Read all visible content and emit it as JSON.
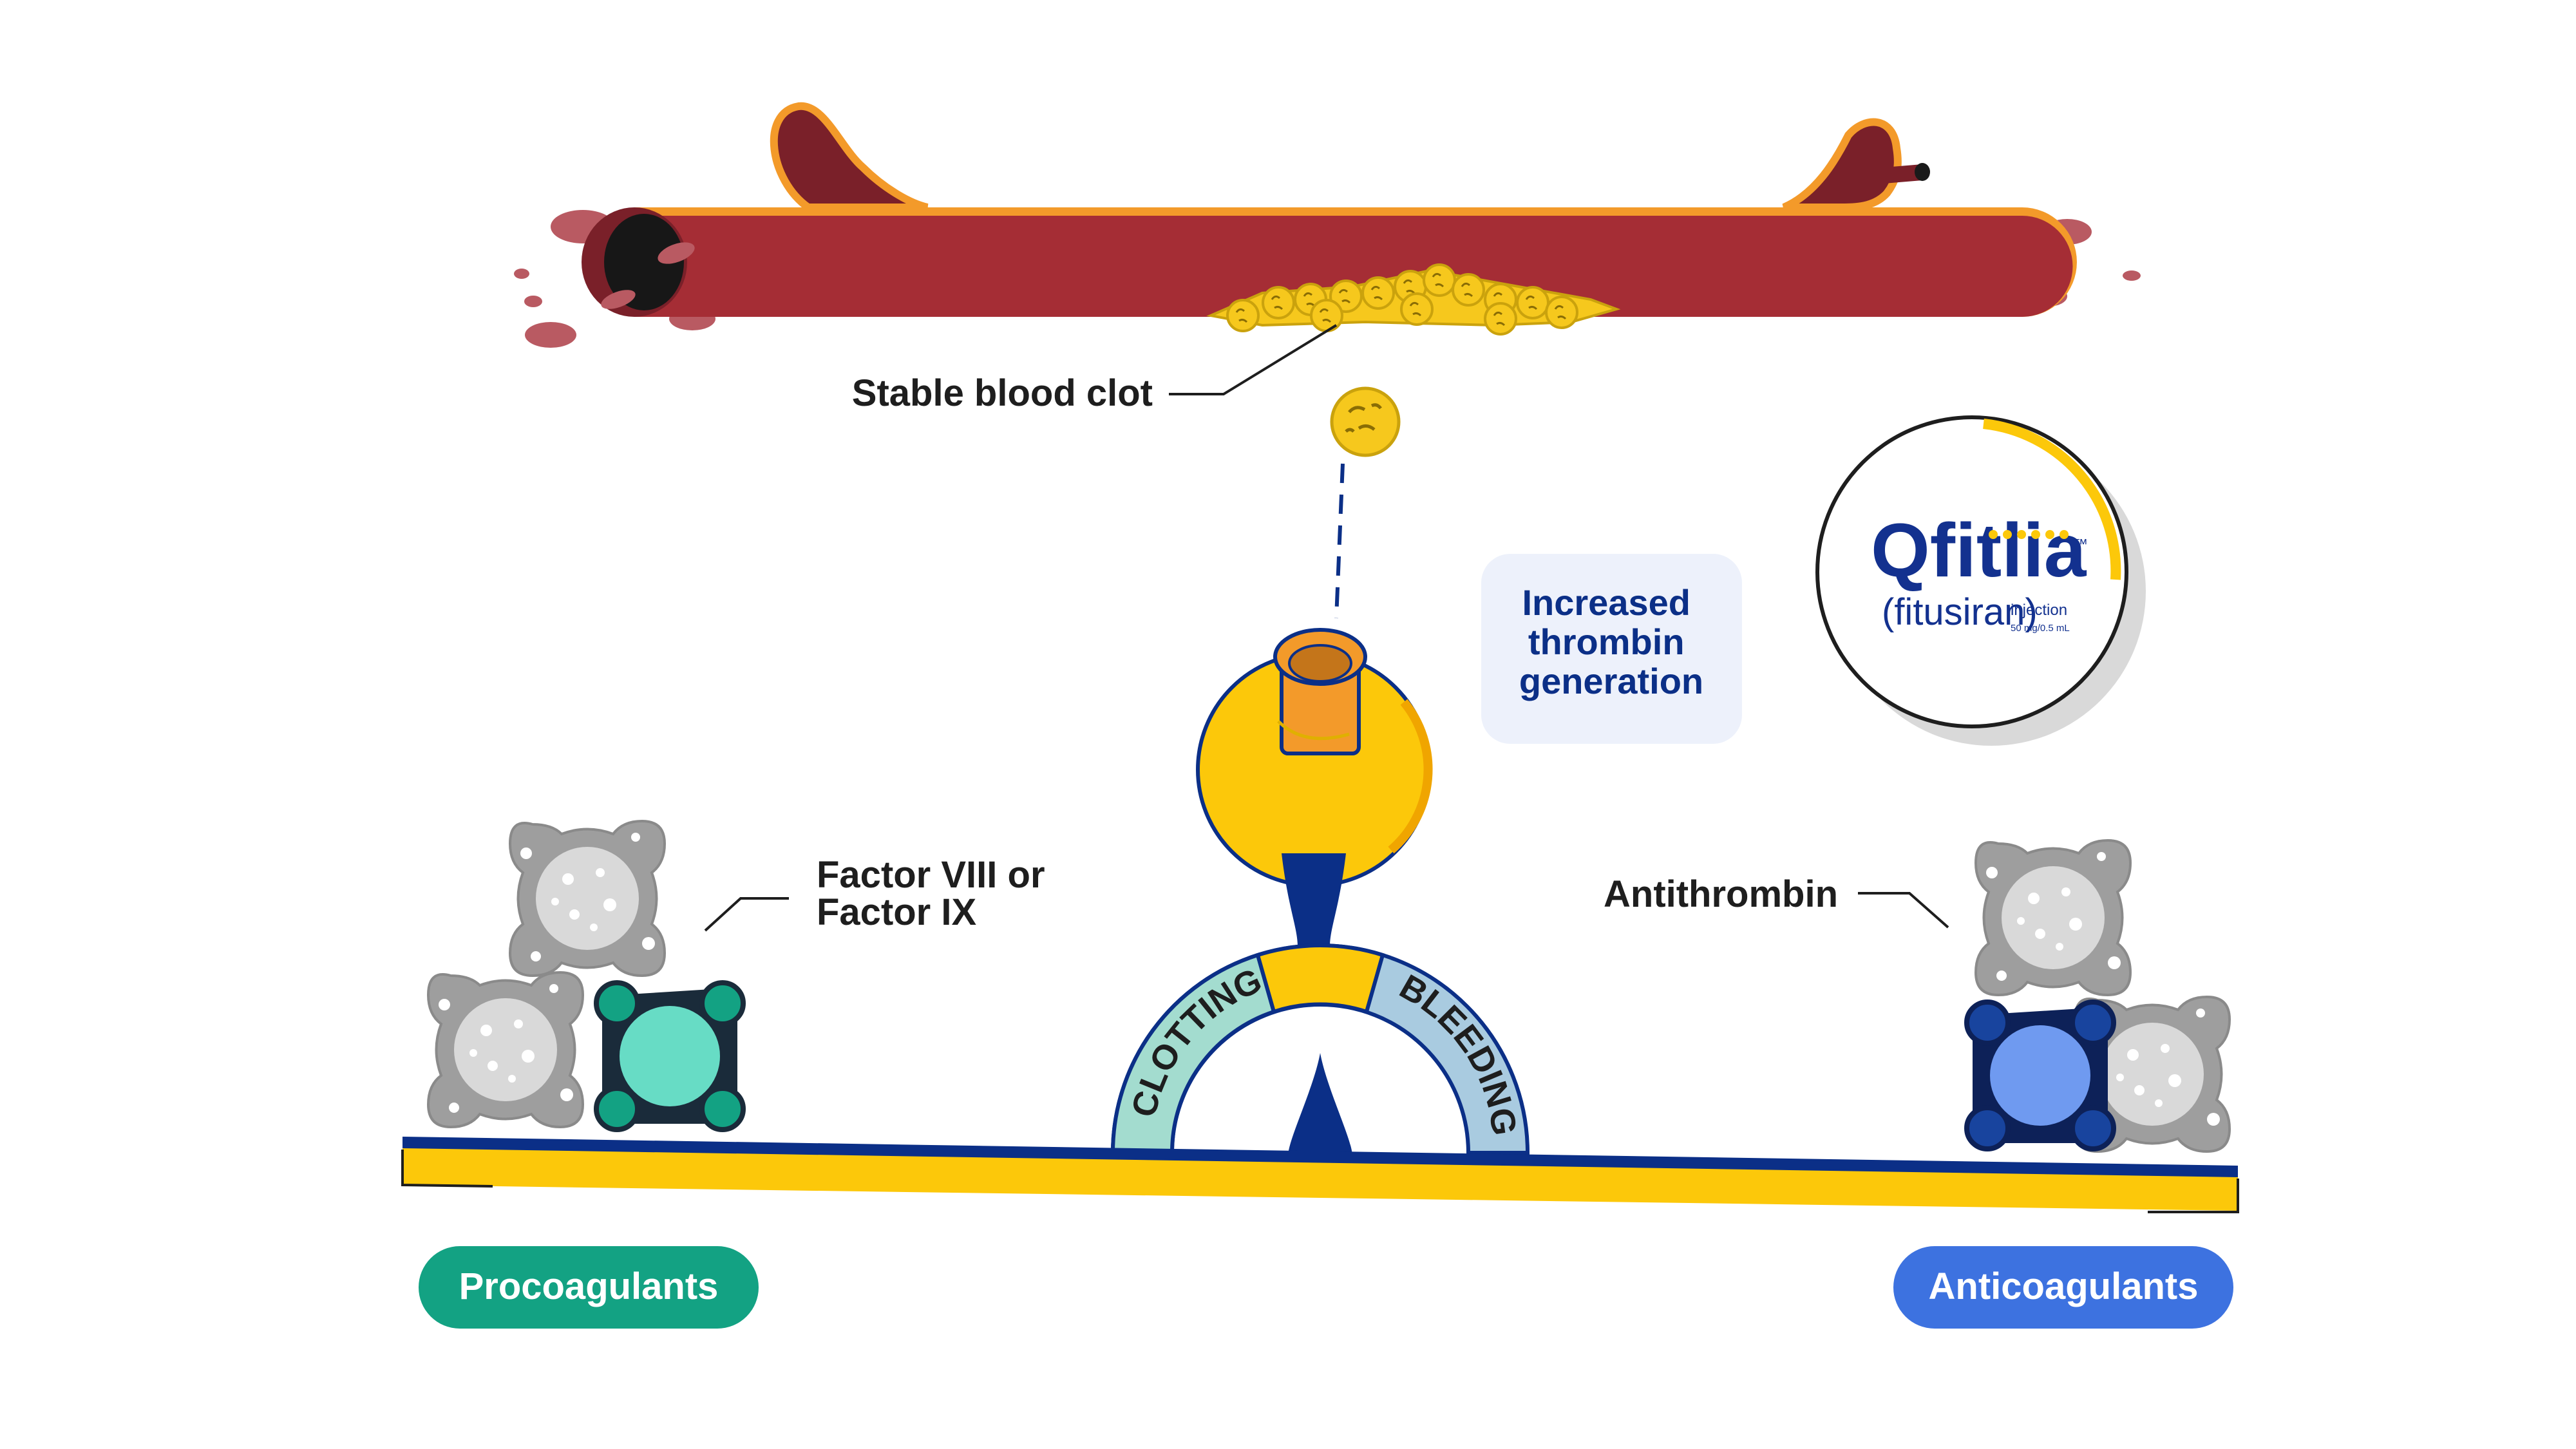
{
  "labels": {
    "stable_clot": "Stable blood clot",
    "increased_thrombin": [
      "Increased",
      "thrombin",
      "generation"
    ],
    "factor": [
      "Factor VIII or",
      "Factor IX"
    ],
    "antithrombin": "Antithrombin",
    "procoagulants": "Procoagulants",
    "anticoagulants": "Anticoagulants",
    "gauge_left": "CLOTTING",
    "gauge_right": "BLEEDING"
  },
  "logo": {
    "brand": "Qfitlia",
    "trademark": "™",
    "generic": "(fitusiran)",
    "form": "injection",
    "dose": "50 mg/0.5 mL"
  },
  "colors": {
    "vessel": "#a52d35",
    "vessel_edge": "#f39a2a",
    "clot": "#f6c81d",
    "navy": "#0b2f87",
    "yellow": "#fcc80a",
    "teal_pill": "#13a283",
    "blue_pill": "#3d72e0",
    "teal_factor": "#67dcc5",
    "blue_factor": "#6f9af0",
    "thrombin_bg": "#edf1fb"
  }
}
